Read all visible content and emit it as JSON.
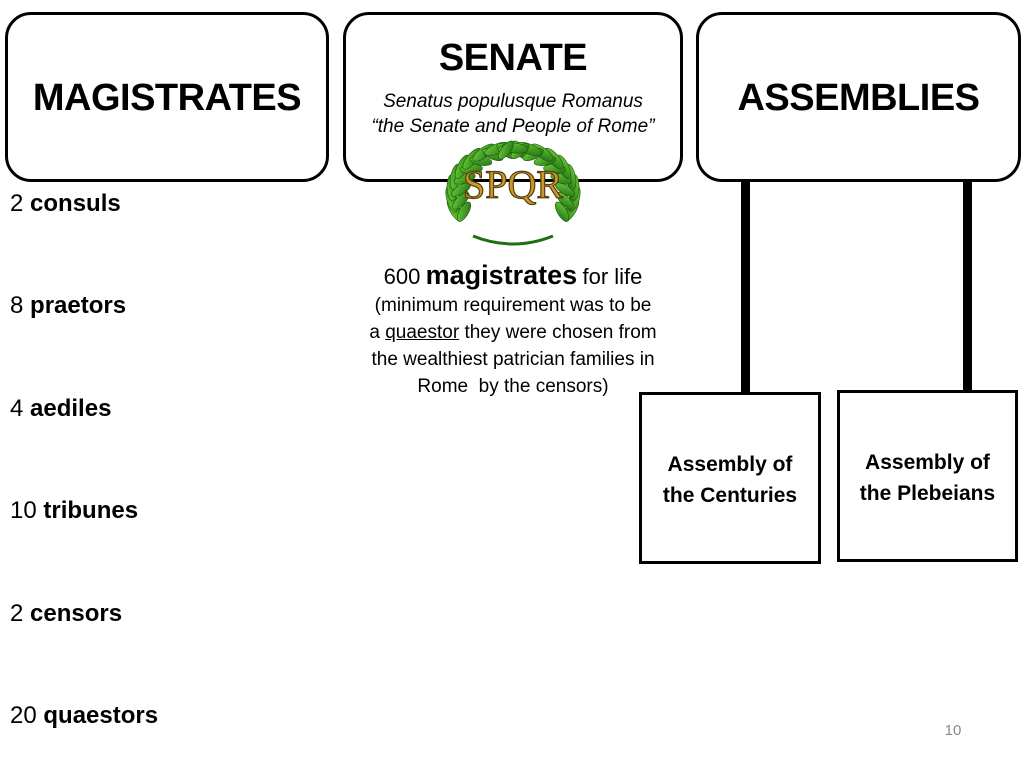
{
  "magistrates_box": {
    "title": "MAGISTRATES"
  },
  "senate_box": {
    "title": "SENATE",
    "latin": "Senatus populusque Romanus",
    "english": "“the Senate and People of Rome”"
  },
  "assemblies_box": {
    "title": "ASSEMBLIES"
  },
  "emblem": {
    "text": "SPQR",
    "icon": "laurel-wreath-icon",
    "leaf_color": "#2e8b1e",
    "gold_color": "#c89b2c"
  },
  "magistrates": [
    {
      "count": "2",
      "name": "consuls"
    },
    {
      "count": "8",
      "name": "praetors"
    },
    {
      "count": "4",
      "name": "aediles"
    },
    {
      "count": "10",
      "name": "tribunes"
    },
    {
      "count": "2",
      "name": "censors"
    },
    {
      "count": "20",
      "name": "quaestors"
    }
  ],
  "senate_desc": {
    "count": "600",
    "bold": "magistrates",
    "after_bold": "for life",
    "line2": "(minimum requirement was to be",
    "line3_pre": "a",
    "line3_underlined": "quaestor",
    "line3_post": "they were chosen from",
    "line4": "the wealthiest patrician families in",
    "line5": "Rome  by the censors)"
  },
  "assemblies": [
    {
      "line1": "Assembly of",
      "line2": "the Centuries"
    },
    {
      "line1": "Assembly of",
      "line2": "the Plebeians"
    }
  ],
  "page_number": "10"
}
